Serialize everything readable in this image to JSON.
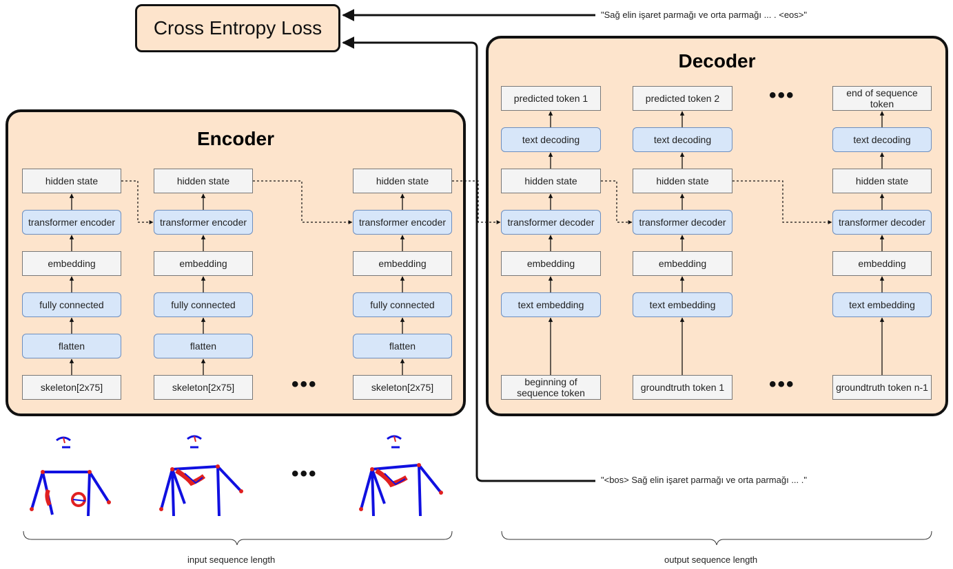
{
  "loss": {
    "label": "Cross Entropy Loss"
  },
  "target_text": "\"Sağ elin işaret parmağı ve orta parmağı ... . <eos>\"",
  "input_text": "\"<bos> Sağ elin işaret parmağı ve orta parmağı ... .\"",
  "encoder": {
    "title": "Encoder",
    "columns": [
      [
        "hidden state",
        "transformer encoder",
        "embedding",
        "fully connected",
        "flatten",
        "skeleton[2x75]"
      ],
      [
        "hidden state",
        "transformer encoder",
        "embedding",
        "fully connected",
        "flatten",
        "skeleton[2x75]"
      ],
      [
        "hidden state",
        "transformer encoder",
        "embedding",
        "fully connected",
        "flatten",
        "skeleton[2x75]"
      ]
    ],
    "ellipsis": "•••"
  },
  "decoder": {
    "title": "Decoder",
    "columns": [
      [
        "predicted token 1",
        "text decoding",
        "hidden state",
        "transformer decoder",
        "embedding",
        "text embedding",
        "beginning of sequence token"
      ],
      [
        "predicted token 2",
        "text decoding",
        "hidden state",
        "transformer decoder",
        "embedding",
        "text embedding",
        "groundtruth token 1"
      ],
      [
        "end of sequence token",
        "text decoding",
        "hidden state",
        "transformer decoder",
        "embedding",
        "text embedding",
        "groundtruth token n-1"
      ]
    ],
    "ellipsis_top": "•••",
    "ellipsis_bottom": "•••"
  },
  "skeleton_ellipsis": "•••",
  "braces": {
    "input": "input sequence length",
    "output": "output sequence length"
  },
  "colors": {
    "frame_fill": "#fde4cc",
    "block_fill": "#d7e6f9",
    "block_border": "#6c8ebf",
    "skeleton_body": "#1010e0",
    "skeleton_joints": "#e02020"
  }
}
